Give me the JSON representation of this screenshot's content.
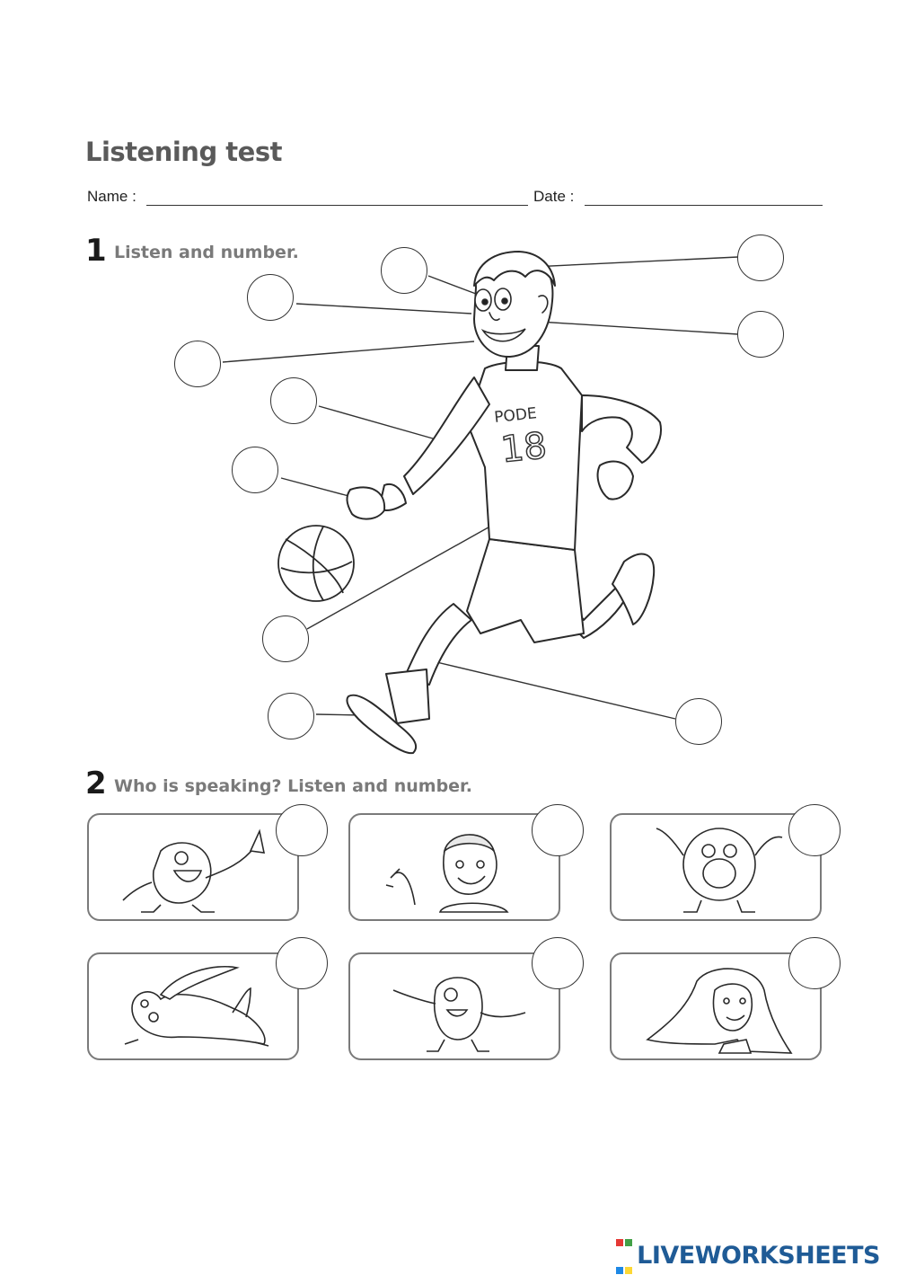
{
  "header": {
    "title": "Listening test",
    "name_label": "Name :",
    "date_label": "Date :"
  },
  "task1": {
    "number": "1",
    "instruction": "Listen and number."
  },
  "task2": {
    "number": "2",
    "instruction": "Who is speaking? Listen and number."
  },
  "illustration": {
    "shirt_text": "PODE",
    "shirt_number": "18"
  },
  "footer": {
    "brand": "LIVEWORKSHEETS"
  },
  "colors": {
    "brand": "#1f5b96",
    "heading": "#5a5a5a",
    "instruction": "#7a7a7a"
  }
}
